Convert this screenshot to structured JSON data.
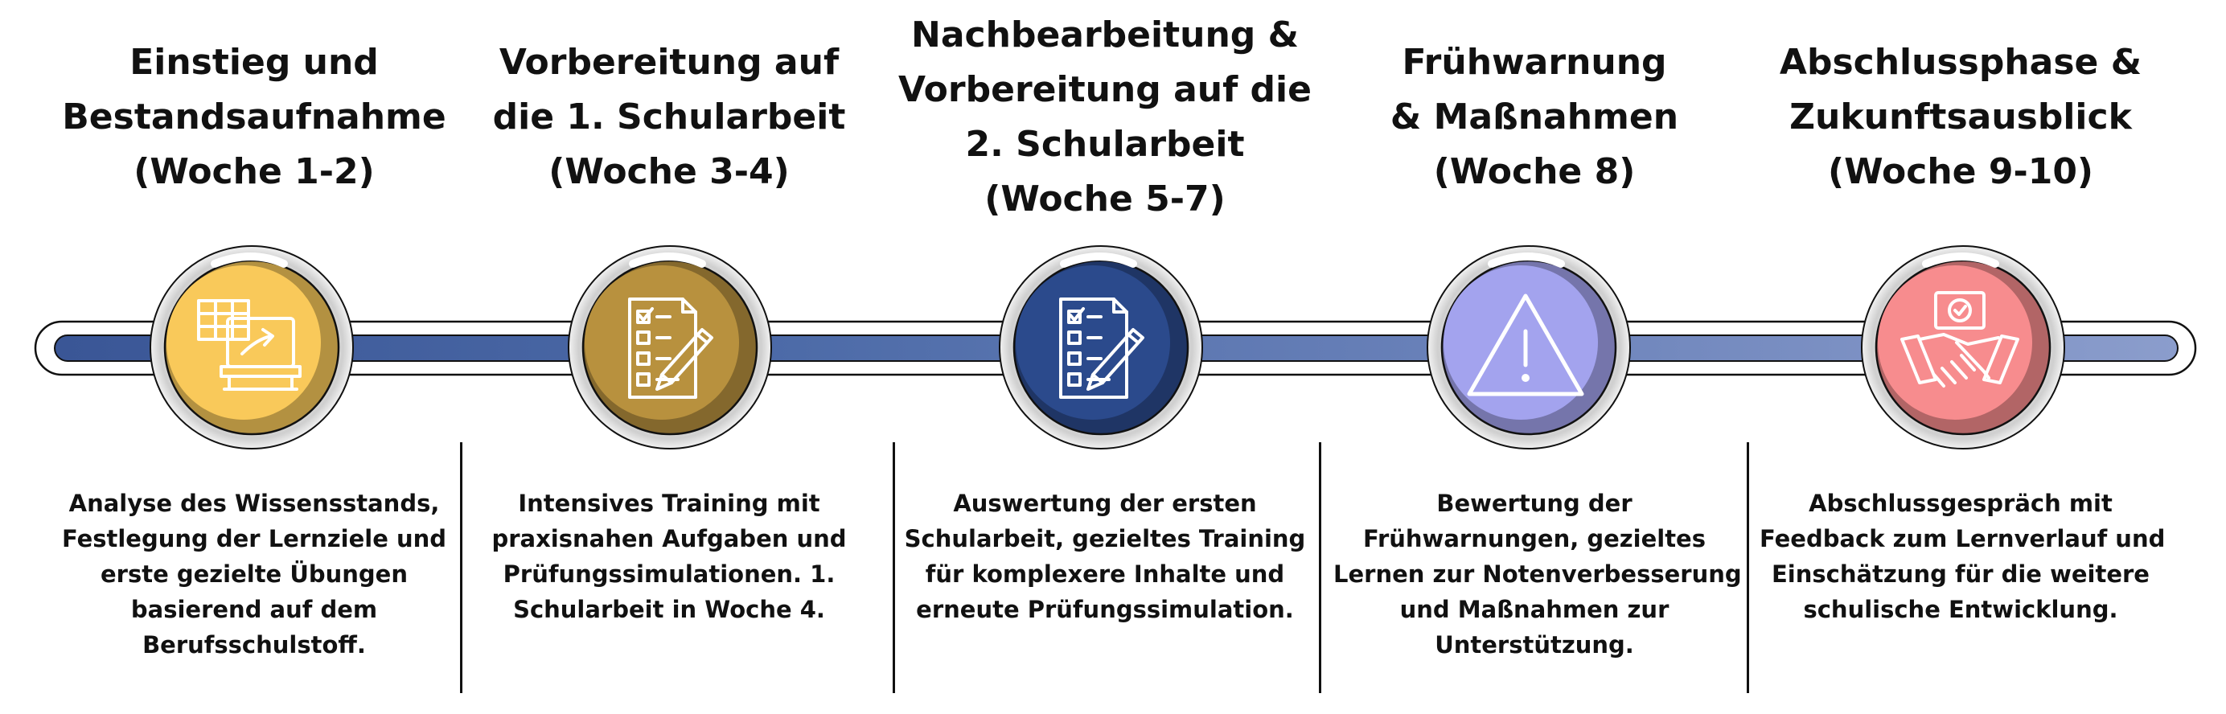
{
  "colors": {
    "timeline_track": [
      "#3a5696",
      "#4d6ba8",
      "#6d84bb",
      "#8b9dcc"
    ],
    "phase_circles": [
      "#f9c95a",
      "#b8913e",
      "#2b4a8c",
      "#a3a3ee",
      "#f78c8e"
    ],
    "outline": "#111111"
  },
  "phases": [
    {
      "title_lines": [
        "Einstieg und",
        "Bestandsaufnahme",
        "(Woche 1-2)"
      ],
      "description_lines": [
        "Analyse des Wissensstands,",
        "Festlegung der Lernziele und",
        "erste gezielte Übungen",
        "basierend auf dem",
        "Berufsschulstoff."
      ],
      "icon": "presentation-board-icon",
      "color": "#f9c95a"
    },
    {
      "title_lines": [
        "Vorbereitung auf",
        "die 1. Schularbeit",
        "(Woche 3-4)"
      ],
      "description_lines": [
        "Intensives Training mit",
        "praxisnahen Aufgaben und",
        "Prüfungssimulationen. 1.",
        "Schularbeit in Woche 4."
      ],
      "icon": "checklist-icon",
      "color": "#b8913e"
    },
    {
      "title_lines": [
        "Nachbearbeitung &",
        "Vorbereitung auf die",
        "2. Schularbeit",
        "(Woche 5-7)"
      ],
      "description_lines": [
        "Auswertung der ersten",
        "Schularbeit, gezieltes Training",
        "für komplexere Inhalte und",
        "erneute Prüfungssimulation."
      ],
      "icon": "checklist-icon",
      "color": "#2b4a8c"
    },
    {
      "title_lines": [
        "Frühwarnung",
        "& Maßnahmen",
        "(Woche 8)"
      ],
      "description_lines": [
        "Bewertung der",
        "Frühwarnungen, gezieltes",
        "Lernen zur Notenverbesserung",
        "und Maßnahmen zur",
        "Unterstützung."
      ],
      "icon": "warning-triangle-icon",
      "color": "#a3a3ee"
    },
    {
      "title_lines": [
        "Abschlussphase &",
        "Zukunftsausblick",
        "(Woche 9-10)"
      ],
      "description_lines": [
        "Abschlussgespräch mit",
        "Feedback zum Lernverlauf und",
        "Einschätzung für die weitere",
        "schulische Entwicklung."
      ],
      "icon": "handshake-icon",
      "color": "#f78c8e"
    }
  ]
}
